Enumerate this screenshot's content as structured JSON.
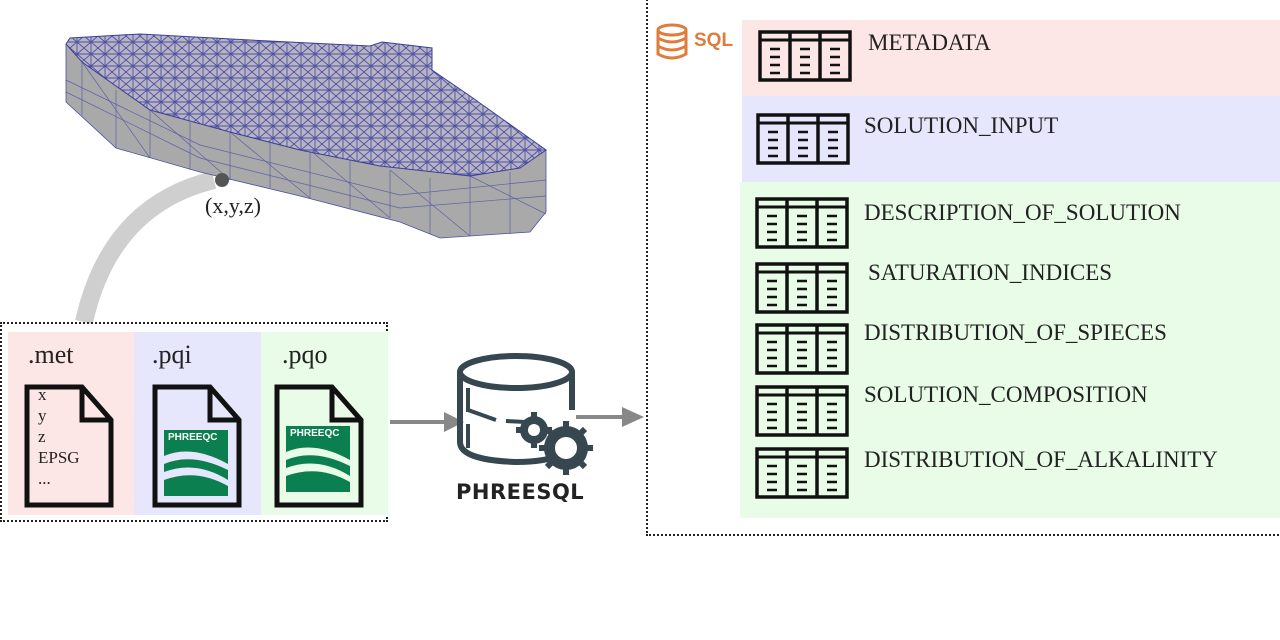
{
  "mesh": {
    "point_label": "(x,y,z)"
  },
  "input_files": [
    {
      "ext": ".met",
      "color": "#fde6e6",
      "lines": [
        "x",
        "y",
        "z",
        "EPSG",
        "..."
      ]
    },
    {
      "ext": ".pqi",
      "color": "#e6e6fc",
      "logo": "PHREEQC"
    },
    {
      "ext": ".pqo",
      "color": "#e8fce8",
      "logo": "PHREEQC"
    }
  ],
  "processor": {
    "label": "PHREESQL"
  },
  "database": {
    "sql_label": "SQL",
    "sql_color": "#e07b39",
    "groups": [
      {
        "color": "#fde6e6",
        "tables": [
          "METADATA"
        ]
      },
      {
        "color": "#e6e6fc",
        "tables": [
          "SOLUTION_INPUT"
        ]
      },
      {
        "color": "#e8fce8",
        "tables": [
          "DESCRIPTION_OF_SOLUTION",
          "SATURATION_INDICES",
          "DISTRIBUTION_OF_SPIECES",
          "SOLUTION_COMPOSITION",
          "DISTRIBUTION_OF_ALKALINITY"
        ]
      }
    ]
  }
}
